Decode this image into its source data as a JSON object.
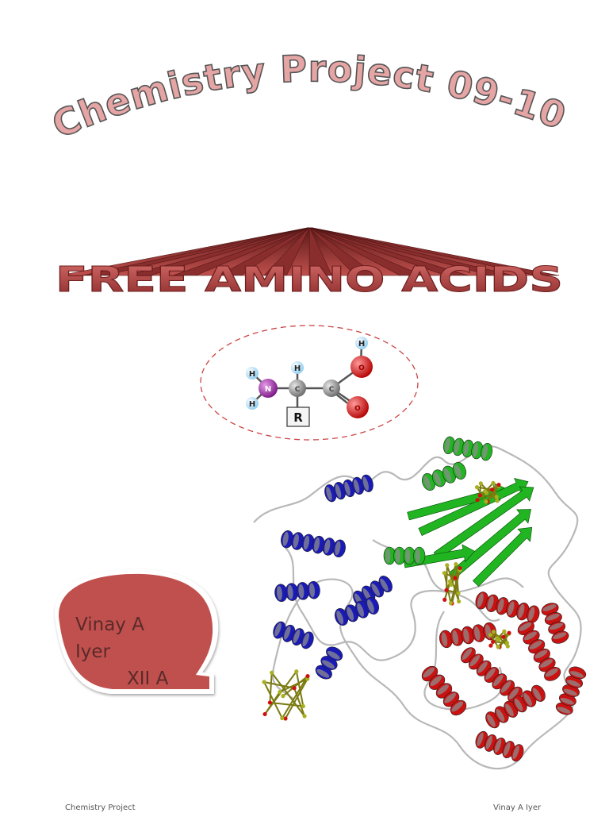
{
  "title": {
    "text": "Chemistry Project 09-10"
  },
  "subtitle": {
    "text": "FREE AMINO ACIDS"
  },
  "molecule": {
    "atoms": [
      {
        "id": "h1",
        "label": "H",
        "color": "#a9dcf5"
      },
      {
        "id": "h2",
        "label": "H",
        "color": "#a9dcf5"
      },
      {
        "id": "n",
        "label": "N",
        "color": "#9b2aa8"
      },
      {
        "id": "c1",
        "label": "C",
        "color": "#8c8c8c"
      },
      {
        "id": "h3",
        "label": "H",
        "color": "#a9dcf5"
      },
      {
        "id": "c2",
        "label": "C",
        "color": "#8c8c8c"
      },
      {
        "id": "o1",
        "label": "O",
        "color": "#e01515"
      },
      {
        "id": "o2",
        "label": "O",
        "color": "#e01515"
      },
      {
        "id": "h4",
        "label": "H",
        "color": "#a9dcf5"
      }
    ],
    "r_group": "R",
    "ellipse_color": "#cc4444"
  },
  "protein": {
    "description_icon": "protein-ribbon-icon",
    "domain_colors": {
      "alpha_domain": "#1a1ab8",
      "beta_domain": "#22b522",
      "helix_domain": "#cc1111",
      "coil": "#cfcfcf",
      "ligand": "#a8b020"
    }
  },
  "author": {
    "line1": "Vinay A",
    "line2": "Iyer",
    "line3": "XII A",
    "bubble_color": "#c0504d"
  },
  "footer": {
    "left": "Chemistry Project",
    "right": "Vinay A Iyer"
  },
  "colors": {
    "title_fill": "#e6a5a5",
    "title_stroke": "#555555",
    "banner_fill": "#c0504d",
    "banner_dark": "#6d1f1f"
  }
}
